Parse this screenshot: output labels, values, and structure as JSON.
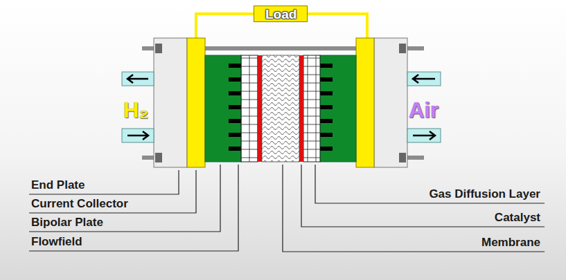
{
  "diagram": {
    "nodes": [
      {
        "text": [
          "Load"
        ]
      }
    ],
    "labels": [
      "H₂",
      "Air",
      "End Plate",
      "Current Collector",
      "Bipolar Plate",
      "Flowfield",
      "Gas Diffusion Layer",
      "Catalyst",
      "Membrane"
    ]
  }
}
